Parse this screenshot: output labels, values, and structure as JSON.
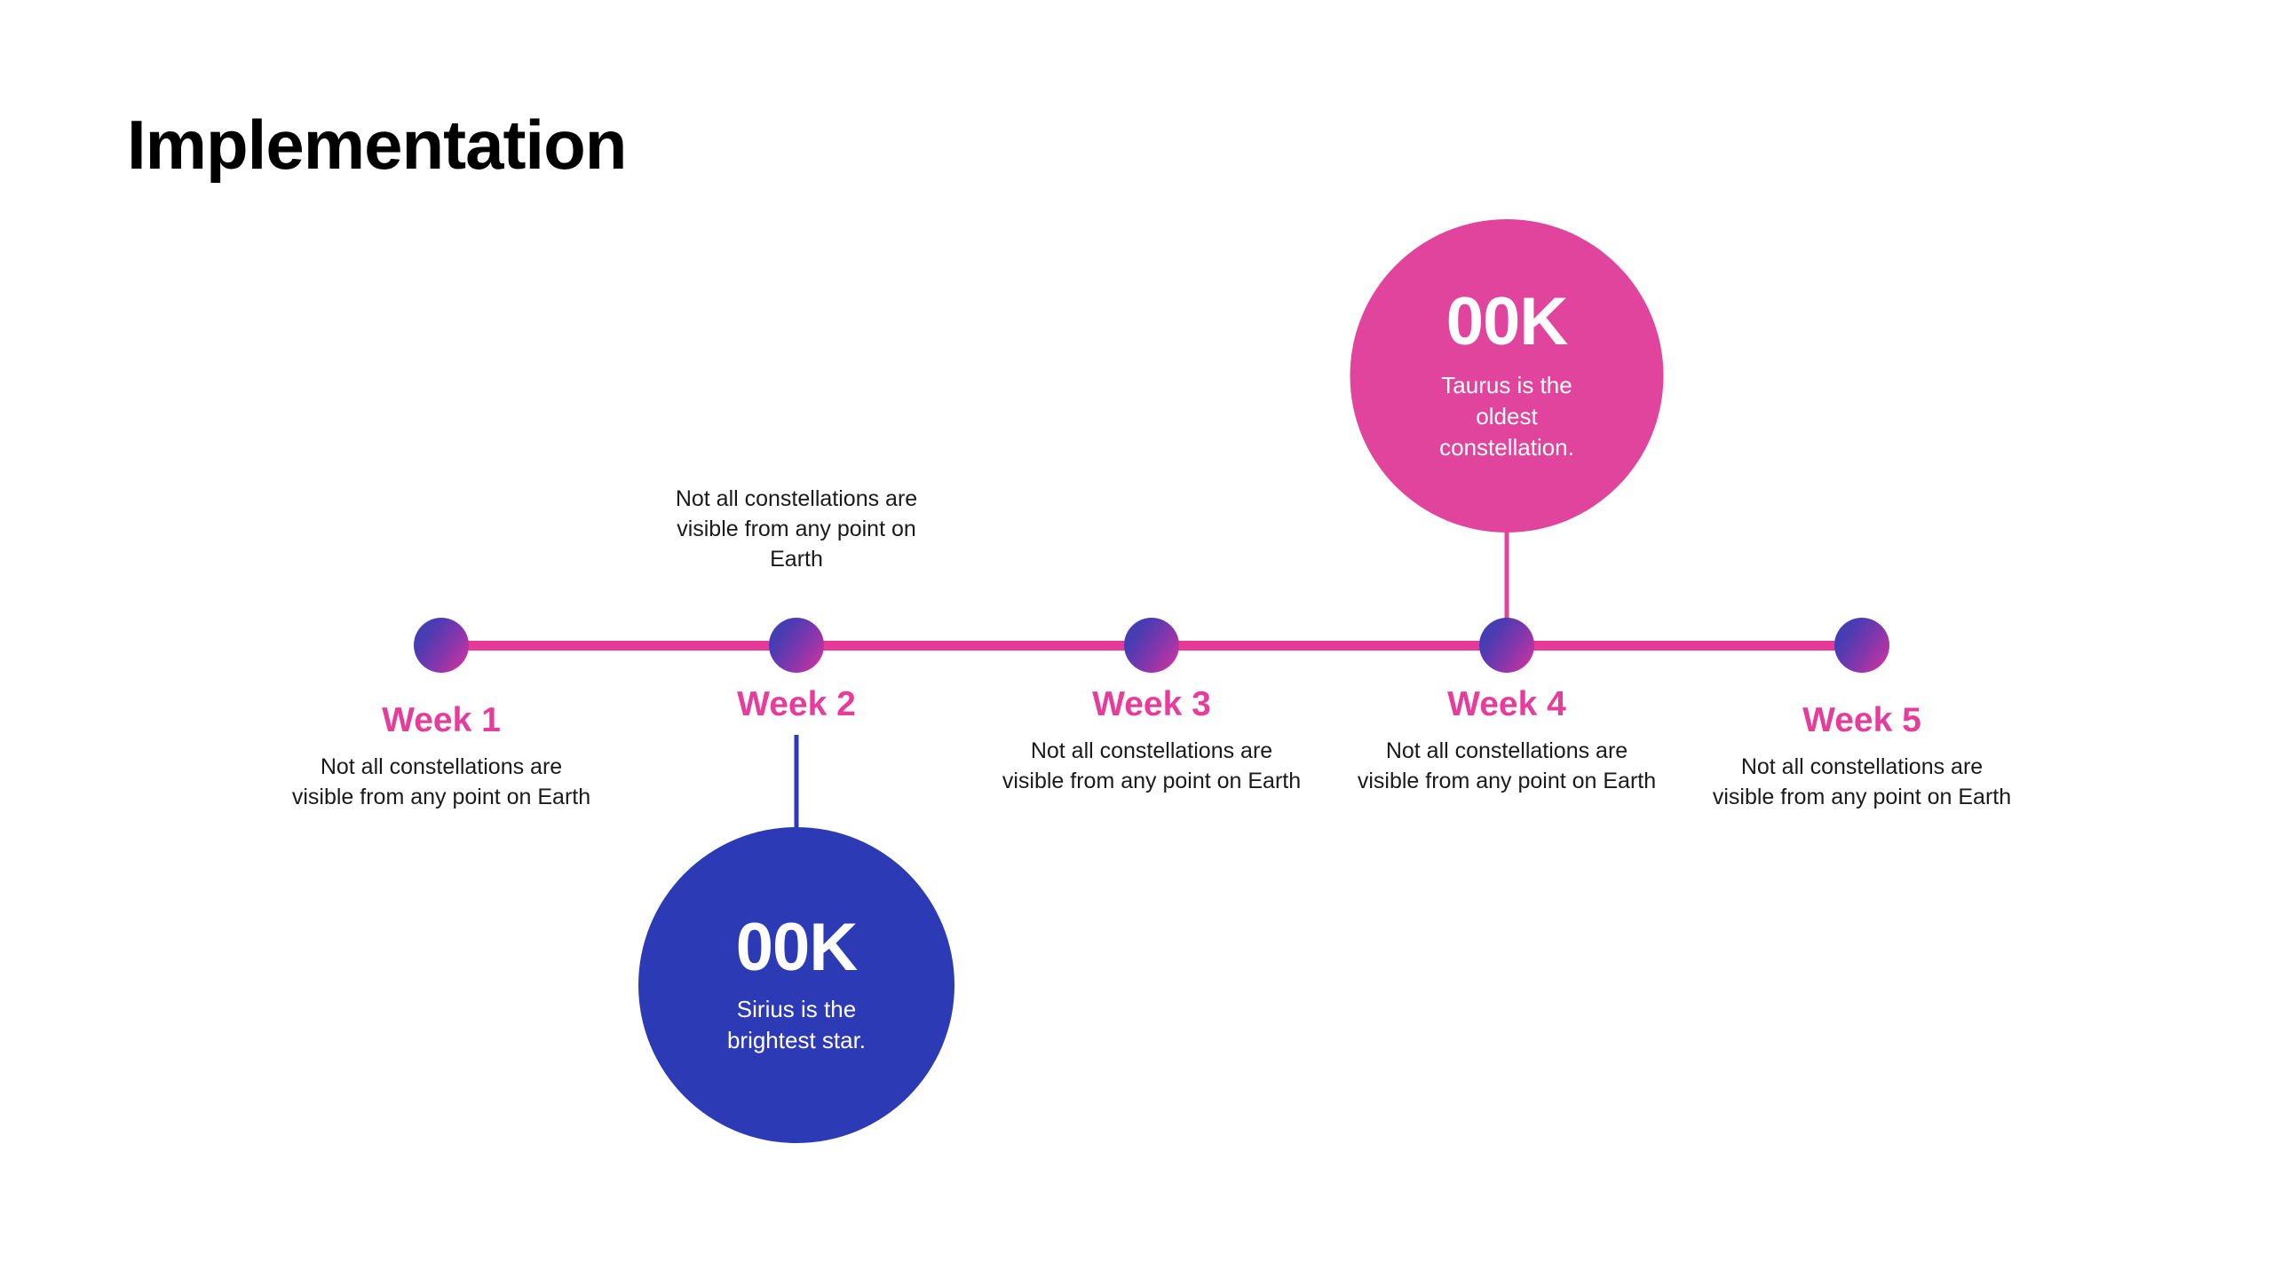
{
  "slide": {
    "title": "Implementation",
    "background_color": "#ffffff"
  },
  "theme": {
    "pink": "#e0449c",
    "line_pink": "#e8399b",
    "heading_pink": "#e63d9c",
    "blue": "#2c3bb5",
    "node_gradient_from": "#3a3fb4",
    "node_gradient_to": "#d9349e",
    "body_text": "#1a1a1a"
  },
  "timeline": {
    "milestones": [
      {
        "id": "week-1",
        "label": "Week 1",
        "description": "Not all constellations are visible from any point on Earth",
        "text_position": "below"
      },
      {
        "id": "week-2",
        "label": "Week 2",
        "description": "Not all constellations are visible from any point on Earth",
        "text_position": "above"
      },
      {
        "id": "week-3",
        "label": "Week 3",
        "description": "Not all constellations are visible from any point on Earth",
        "text_position": "below"
      },
      {
        "id": "week-4",
        "label": "Week 4",
        "description": "Not all constellations are visible from any point on Earth",
        "text_position": "below"
      },
      {
        "id": "week-5",
        "label": "Week 5",
        "description": "Not all constellations are visible from any point on Earth",
        "text_position": "below"
      }
    ]
  },
  "callouts": {
    "pink": {
      "value": "00K",
      "caption": "Taurus is the oldest constellation.",
      "color": "#e0449c",
      "attached_to": "Week 4",
      "position": "above"
    },
    "blue": {
      "value": "00K",
      "caption": "Sirius is the brightest star.",
      "color": "#2c3bb5",
      "attached_to": "Week 2",
      "position": "below"
    }
  }
}
